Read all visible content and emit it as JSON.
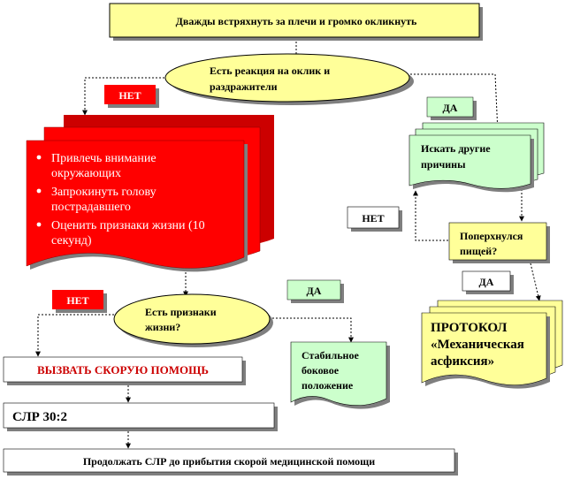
{
  "colors": {
    "yellow": "#ffff99",
    "mint": "#ccffcc",
    "red": "#ff0000",
    "dark_red": "#cc0000",
    "shadow": "#7f7f7f",
    "line": "#000000"
  },
  "nodes": {
    "shake_shout": "Дважды встряхнуть за плечи и громко окликнуть",
    "reaction_question": [
      "Есть реакция на оклик и",
      "раздражители"
    ],
    "no_1": "НЕТ",
    "yes_1": "ДА",
    "first_actions": [
      [
        "Привлечь внимание",
        "окружающих"
      ],
      [
        "Запрокинуть голову",
        "пострадавшего"
      ],
      [
        "Оценить признаки жизни (10",
        "секунд)"
      ]
    ],
    "other_causes": [
      "Искать другие",
      "причины"
    ],
    "no_2": "НЕТ",
    "choked_question": [
      "Поперхнулся",
      "пищей?"
    ],
    "yes_2": "ДА",
    "protocol": [
      "ПРОТОКОЛ",
      "«Механическая",
      "асфиксия»"
    ],
    "no_3": "НЕТ",
    "yes_3": "ДА",
    "signs_question": [
      "Есть признаки",
      "жизни?"
    ],
    "recovery_position": [
      "Стабильное",
      "боковое",
      "положение"
    ],
    "call_ambulance": "ВЫЗВАТЬ СКОРУЮ ПОМОЩЬ",
    "cpr": "СЛР 30:2",
    "continue_cpr": "Продолжать СЛР до прибытия скорой медицинской помощи"
  }
}
